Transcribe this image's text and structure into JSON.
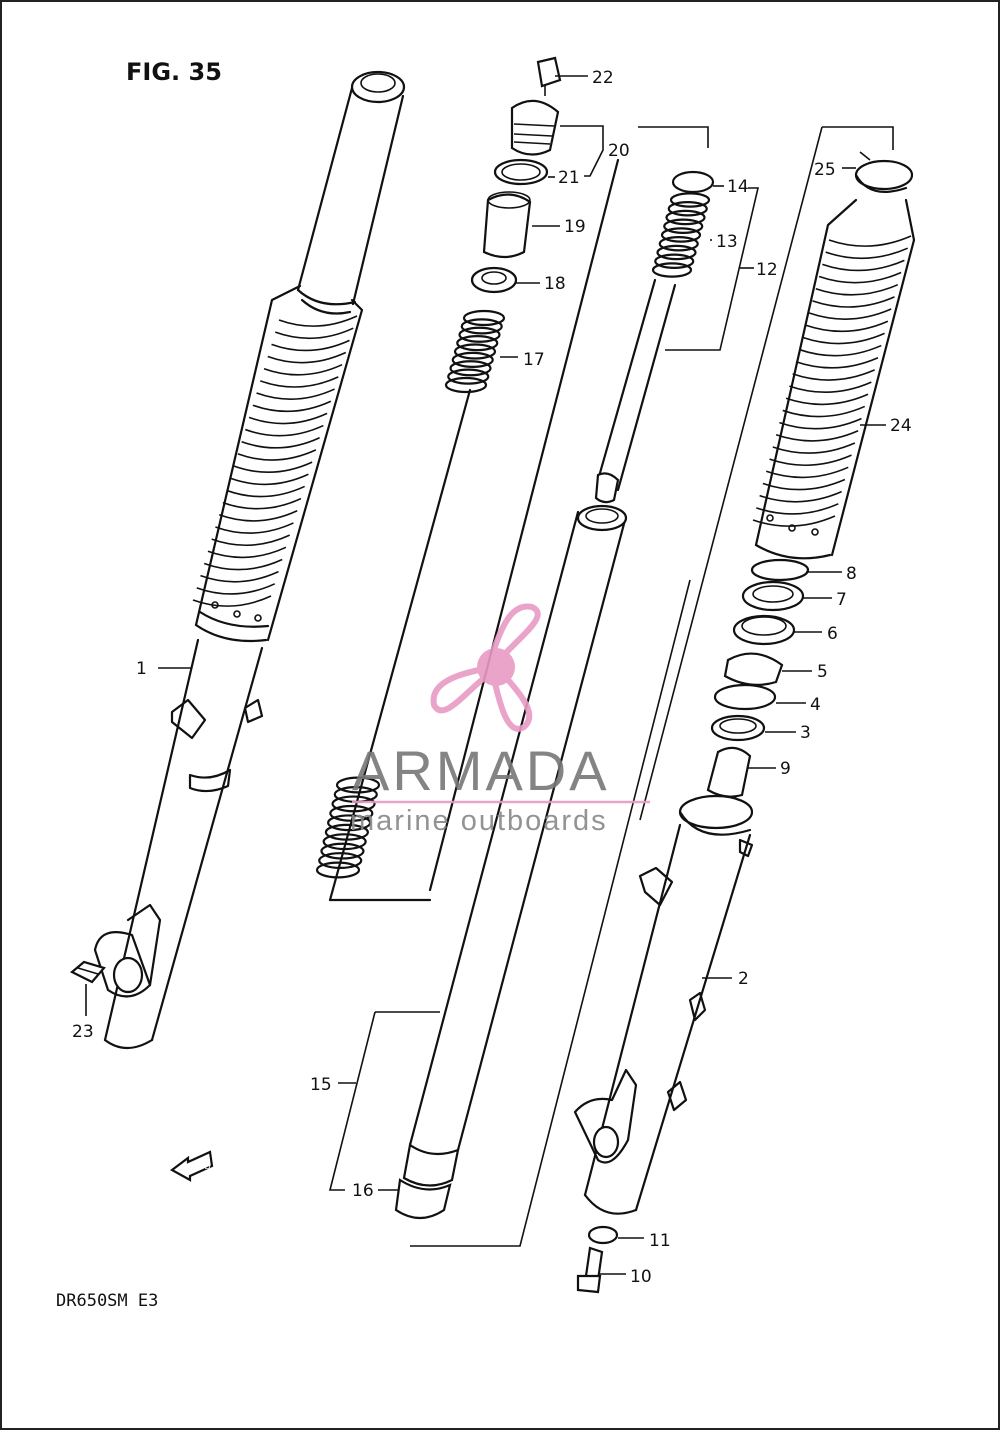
{
  "figure": {
    "title": "FIG. 35",
    "model": "DR650SM  E3"
  },
  "watermark": {
    "brand": "ARMADA",
    "tagline": "marine outboards",
    "logo_icon": "propeller-logo-icon",
    "logo_color": "#e89ac4",
    "text_color": "#777777"
  },
  "parts": {
    "p1": "1",
    "p2": "2",
    "p3": "3",
    "p4": "4",
    "p5": "5",
    "p6": "6",
    "p7": "7",
    "p8": "8",
    "p9": "9",
    "p10": "10",
    "p11": "11",
    "p12": "12",
    "p13": "13",
    "p14": "14",
    "p15": "15",
    "p16": "16",
    "p17": "17",
    "p18": "18",
    "p19": "19",
    "p20": "20",
    "p21": "21",
    "p22": "22",
    "p23": "23",
    "p24": "24",
    "p25": "25"
  }
}
